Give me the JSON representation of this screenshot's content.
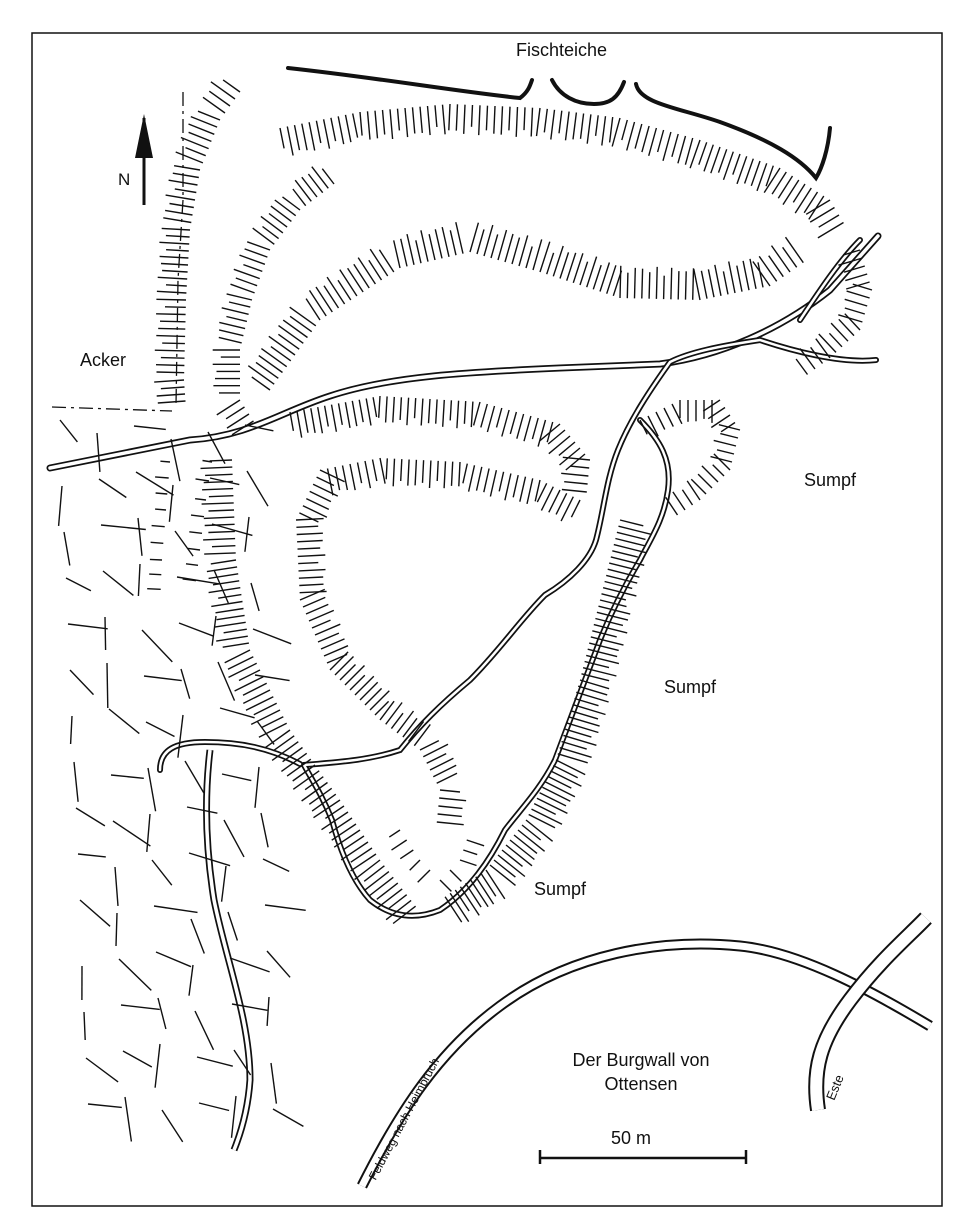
{
  "labels": {
    "fish_ponds": "Fischteiche",
    "field": "Acker",
    "swamp_east": "Sumpf",
    "swamp_middle": "Sumpf",
    "swamp_south": "Sumpf",
    "north": "N",
    "field_path": "Feldweg nach Heimbruch",
    "river": "Este",
    "title_line1": "Der Burgwall von",
    "title_line2": "Ottensen",
    "scale": "50 m"
  },
  "colors": {
    "ink": "#111111",
    "path_fill": "#ffffff",
    "background": "#ffffff"
  },
  "icons": {
    "north_arrow": "north-arrow-icon"
  }
}
